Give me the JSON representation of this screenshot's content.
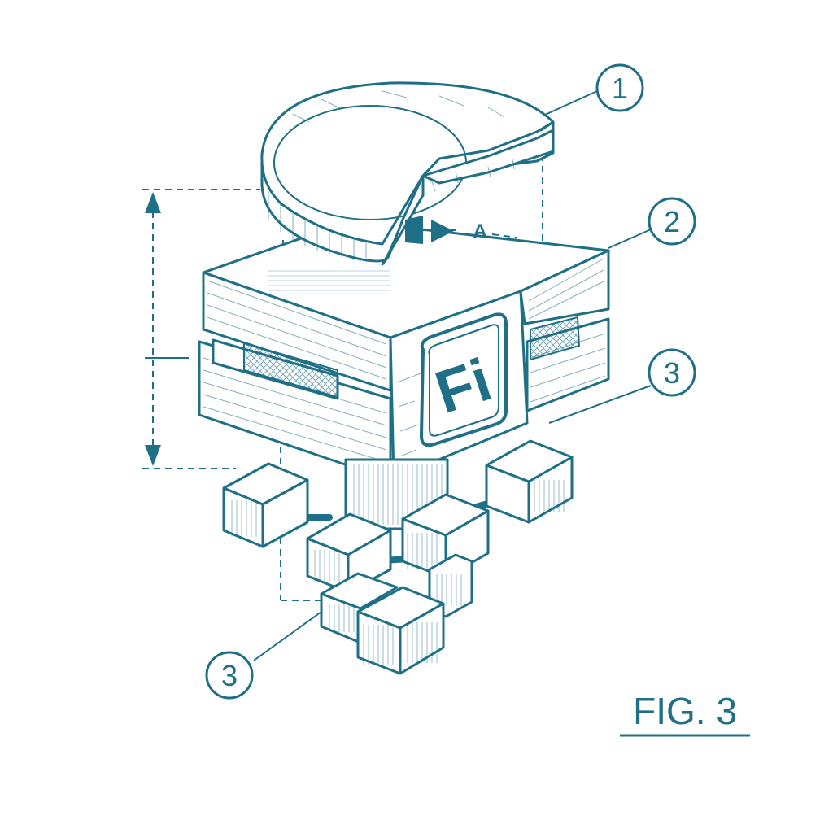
{
  "figure": {
    "title": "FIG. 3"
  },
  "callouts": [
    {
      "label": "1"
    },
    {
      "label": "2"
    },
    {
      "label": "3"
    },
    {
      "label": "3"
    }
  ],
  "section_marker": "A",
  "logo": {
    "text": "Fi"
  },
  "colors": {
    "ink": "#1f6f86",
    "background": "#ffffff"
  }
}
